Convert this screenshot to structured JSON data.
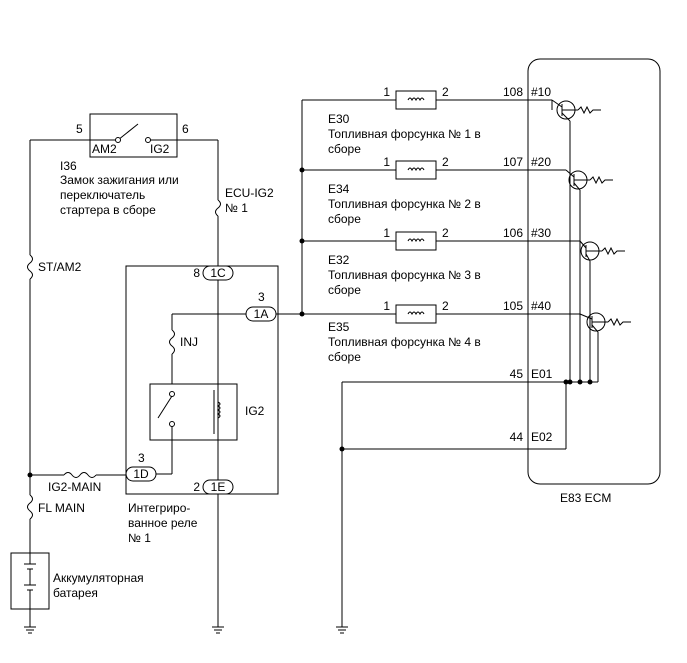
{
  "ignition_switch": {
    "code": "I36",
    "pin_left": "5",
    "pin_right": "6",
    "contact_left": "AM2",
    "contact_right": "IG2",
    "name_lines": [
      "Замок зажигания или",
      "переключатель",
      "стартера в сборе"
    ]
  },
  "fuses": {
    "ecu_ig2_line1": "ECU-IG2",
    "ecu_ig2_line2": "№ 1",
    "st_am2": "ST/AM2",
    "ig2_main": "IG2-MAIN",
    "fl_main": "FL MAIN",
    "inj": "INJ"
  },
  "relay": {
    "conn_1c": "1C",
    "conn_1a": "1A",
    "conn_1d": "1D",
    "conn_1e": "1E",
    "pin_1c": "8",
    "pin_1a": "3",
    "pin_1d": "3",
    "pin_1e": "2",
    "coil_label": "IG2",
    "name_lines": [
      "Интегриро-",
      "ванное реле",
      "№ 1"
    ]
  },
  "battery": {
    "name_lines": [
      "Аккумуляторная",
      "батарея"
    ]
  },
  "injectors": [
    {
      "code": "E30",
      "pin_in": "1",
      "pin_out": "2",
      "ecu_pin": "108",
      "ecu_term": "#10",
      "name_lines": [
        "Топливная форсунка № 1 в",
        "сборе"
      ]
    },
    {
      "code": "E34",
      "pin_in": "1",
      "pin_out": "2",
      "ecu_pin": "107",
      "ecu_term": "#20",
      "name_lines": [
        "Топливная форсунка № 2 в",
        "сборе"
      ]
    },
    {
      "code": "E32",
      "pin_in": "1",
      "pin_out": "2",
      "ecu_pin": "106",
      "ecu_term": "#30",
      "name_lines": [
        "Топливная форсунка № 3 в",
        "сборе"
      ]
    },
    {
      "code": "E35",
      "pin_in": "1",
      "pin_out": "2",
      "ecu_pin": "105",
      "ecu_term": "#40",
      "name_lines": [
        "Топливная форсунка № 4 в",
        "сборе"
      ]
    }
  ],
  "ecm": {
    "label": "E83  ECM",
    "ground1_pin": "45",
    "ground1_term": "E01",
    "ground2_pin": "44",
    "ground2_term": "E02"
  }
}
